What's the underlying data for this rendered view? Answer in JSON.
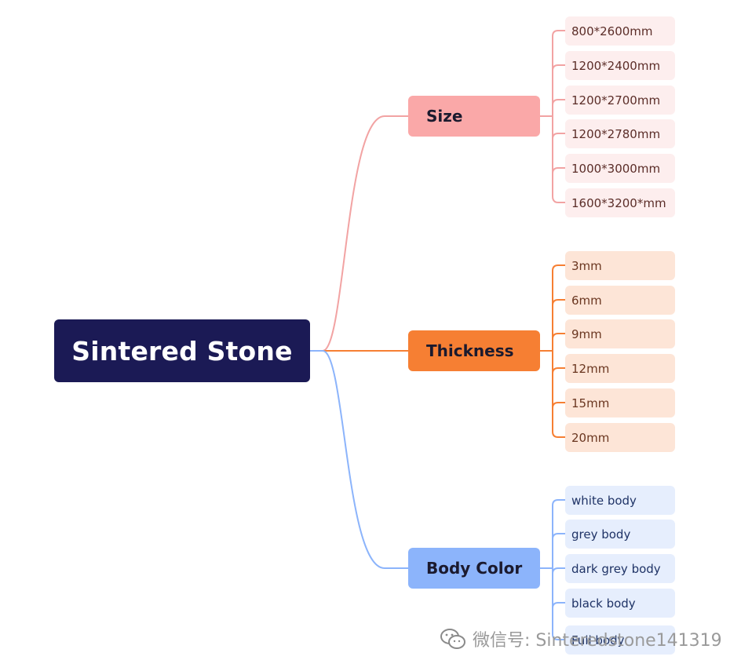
{
  "root": {
    "label": "Sintered Stone"
  },
  "branches": [
    {
      "label": "Size",
      "color": "#faa8a8",
      "line_color": "#f2a3a3",
      "leaves": [
        "800*2600mm",
        "1200*2400mm",
        "1200*2700mm",
        "1200*2780mm",
        "1000*3000mm",
        "1600*3200*mm"
      ]
    },
    {
      "label": "Thickness",
      "color": "#f67f33",
      "line_color": "#f67f33",
      "leaves": [
        "3mm",
        "6mm",
        "9mm",
        "12mm",
        "15mm",
        "20mm"
      ]
    },
    {
      "label": "Body Color",
      "color": "#8cb4fb",
      "line_color": "#8cb4fb",
      "leaves": [
        "white body",
        "grey body",
        "dark grey body",
        "black body",
        "Full body"
      ]
    }
  ],
  "watermark": {
    "icon": "wechat-icon",
    "text": "微信号: Sinteredstone141319"
  }
}
